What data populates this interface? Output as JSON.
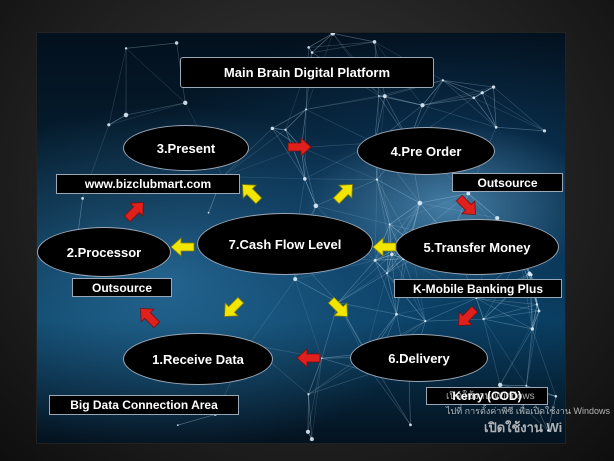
{
  "title": "Main Brain  Digital Platform",
  "nodes": {
    "present": "3.Present",
    "pre_order": "4.Pre Order",
    "processor": "2.Processor",
    "cash_flow": "7.Cash Flow Level",
    "transfer_money": "5.Transfer Money",
    "receive_data": "1.Receive Data",
    "delivery": "6.Delivery"
  },
  "labels": {
    "website": "www.bizclubmart.com",
    "outsource_right": "Outsource",
    "outsource_left": "Outsource",
    "kbank": "K-Mobile Banking Plus",
    "kerry": "Kerry  (COD)",
    "big_data": "Big Data  Connection Area"
  },
  "watermark": {
    "line1": "เปิดใช้งาน Windows",
    "line2": "ไปที่ การตั้งค่าพีซี เพื่อเปิดใช้งาน Windows",
    "line3": "เปิดใช้งาน Wi"
  },
  "colors": {
    "flow_arrow": "#e0201c",
    "center_arrow": "#f2e600",
    "node_fill": "#000000",
    "node_border": "#9aa7b6"
  }
}
